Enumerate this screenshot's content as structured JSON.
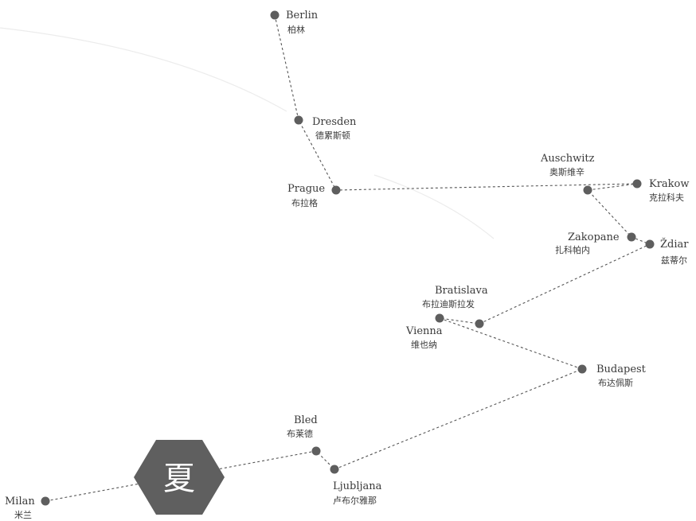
{
  "badge": {
    "text": "夏",
    "color": "#5f5f5f"
  },
  "route_color": "#555555",
  "dot_color": "#5e5e5e",
  "cities": [
    {
      "id": "berlin",
      "en": "Berlin",
      "zh": "柏林"
    },
    {
      "id": "dresden",
      "en": "Dresden",
      "zh": "德累斯顿"
    },
    {
      "id": "prague",
      "en": "Prague",
      "zh": "布拉格"
    },
    {
      "id": "auschwitz",
      "en": "Auschwitz",
      "zh": "奥斯维辛"
    },
    {
      "id": "krakow",
      "en": "Krakow",
      "zh": "克拉科夫"
    },
    {
      "id": "zakopane",
      "en": "Zakopane",
      "zh": "扎科帕内"
    },
    {
      "id": "zdiar",
      "en": "Ždiar",
      "zh": "兹蒂尔"
    },
    {
      "id": "bratislava",
      "en": "Bratislava",
      "zh": "布拉迪斯拉发"
    },
    {
      "id": "vienna",
      "en": "Vienna",
      "zh": "维也纳"
    },
    {
      "id": "budapest",
      "en": "Budapest",
      "zh": "布达佩斯"
    },
    {
      "id": "bled",
      "en": "Bled",
      "zh": "布莱德"
    },
    {
      "id": "ljubljana",
      "en": "Ljubljana",
      "zh": "卢布尔雅那"
    },
    {
      "id": "milan",
      "en": "Milan",
      "zh": "米兰"
    }
  ]
}
